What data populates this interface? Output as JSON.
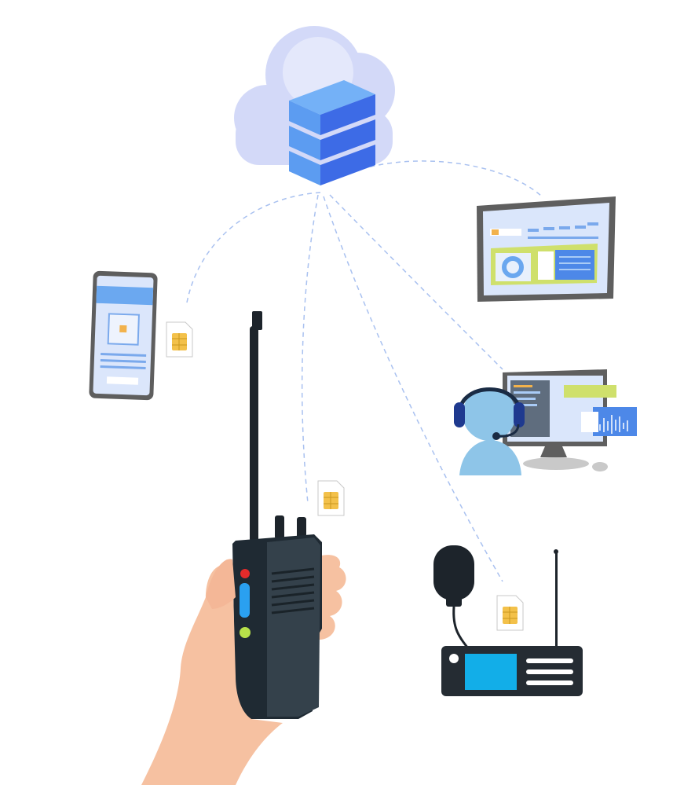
{
  "diagram": {
    "hub": {
      "kind": "cloud-server-stack",
      "icon": "cloud-server-icon"
    },
    "nodes": [
      {
        "id": "smartphone",
        "icon": "smartphone-icon",
        "has_sim": true
      },
      {
        "id": "desktop-monitor",
        "icon": "monitor-dashboard-icon",
        "has_sim": false
      },
      {
        "id": "dispatcher-console",
        "icon": "dispatcher-headset-icon",
        "has_sim": false
      },
      {
        "id": "handheld-radio",
        "icon": "walkie-talkie-icon",
        "has_sim": true
      },
      {
        "id": "mobile-vehicle-radio",
        "icon": "car-radio-icon",
        "has_sim": true
      }
    ],
    "connection_style": "dashed",
    "colors": {
      "cloud": "#d2d8f7",
      "server_top": "#66a8f5",
      "server_side": "#3f6fe6",
      "link": "#a9c1f0",
      "device_frame": "#5c5c5c",
      "screen": "#dbe7fb",
      "screen_header": "#6aa7ef",
      "accent_lime": "#cfe06c",
      "sim_gold": "#f3c14a",
      "radio_body": "#202a33",
      "radio_display": "#12aee8",
      "skin": "#f6c1a1",
      "headset_person": "#8ec5e8"
    }
  }
}
